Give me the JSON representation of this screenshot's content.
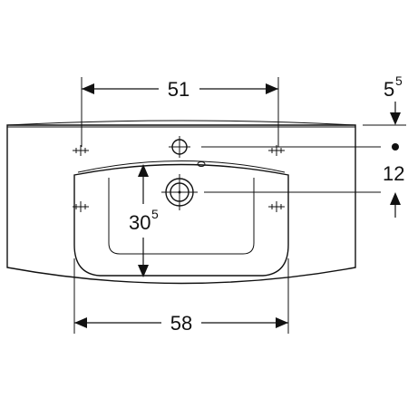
{
  "dimensions": {
    "top_width": "51",
    "bottom_width": "58",
    "basin_depth": {
      "main": "30",
      "sup": "5"
    },
    "tap_offset": {
      "main": "5",
      "sup": "5"
    },
    "hole_spacing": "12"
  },
  "colors": {
    "line": "#111111",
    "background": "#ffffff"
  },
  "icons": [
    "fixing-bolt-icon",
    "tap-hole-icon",
    "overflow-icon",
    "drain-icon"
  ]
}
